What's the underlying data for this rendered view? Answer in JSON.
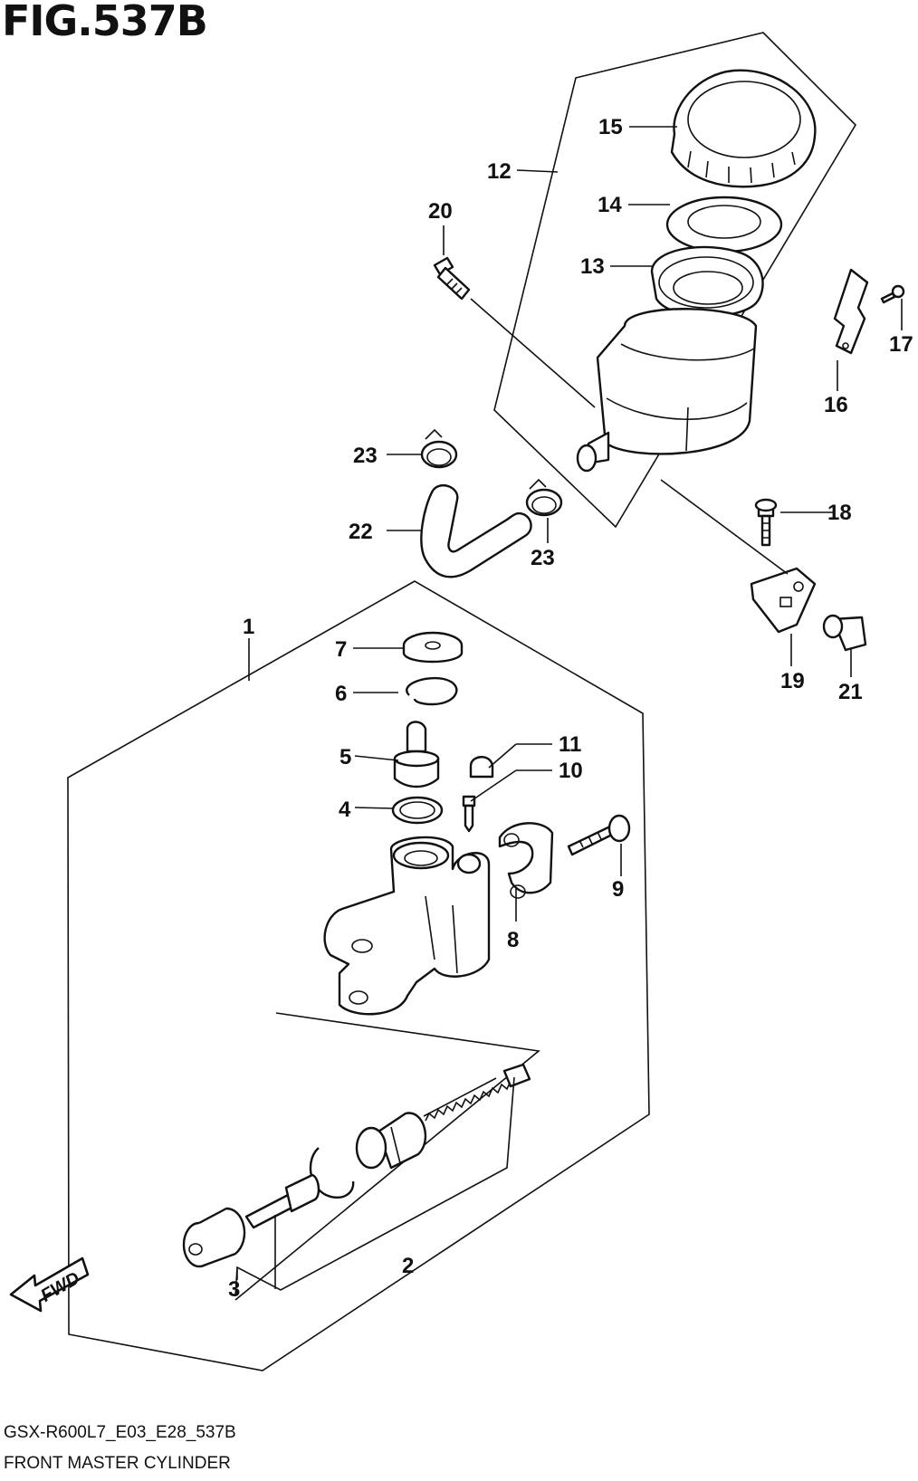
{
  "figure": {
    "title": "FIG.537B"
  },
  "footer": {
    "code": "GSX-R600L7_E03_E28_537B",
    "name": "FRONT MASTER CYLINDER"
  },
  "fwd_label": "FWD",
  "callouts": {
    "c1": "1",
    "c2": "2",
    "c3": "3",
    "c4": "4",
    "c5": "5",
    "c6": "6",
    "c7": "7",
    "c8": "8",
    "c9": "9",
    "c10": "10",
    "c11": "11",
    "c12": "12",
    "c13": "13",
    "c14": "14",
    "c15": "15",
    "c16": "16",
    "c17": "17",
    "c18": "18",
    "c19": "19",
    "c20": "20",
    "c21": "21",
    "c22": "22",
    "c23a": "23",
    "c23b": "23"
  }
}
